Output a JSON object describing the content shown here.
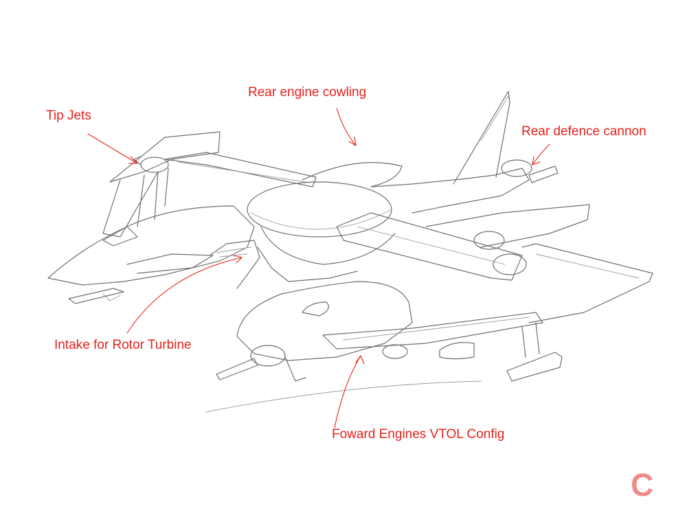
{
  "callouts": {
    "tip_jets": "Tip Jets",
    "rear_engine_cowling": "Rear engine cowling",
    "rear_defence_cannon": "Rear defence cannon",
    "intake_rotor_turbine": "Intake for Rotor Turbine",
    "forward_engines_vtol": "Foward Engines VTOL Config"
  },
  "corner_mark": "C",
  "colors": {
    "annotation": "#e8201c",
    "corner_mark": "#f08a86",
    "sketch_line": "#6e6e6e"
  }
}
